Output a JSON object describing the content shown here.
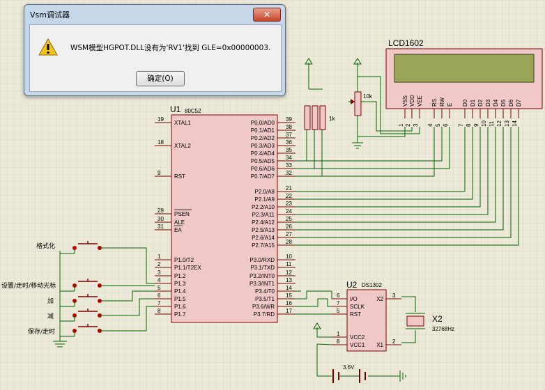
{
  "dialog": {
    "title": "Vsm调试器",
    "close_symbol": "✕",
    "message": "WSM模型HGPOT.DLL没有为'RV1'找到 GLE=0x00000003.",
    "ok_label": "确定(O)",
    "icon": "warning-icon"
  },
  "schematic": {
    "lcd": {
      "ref": "LCD1602",
      "pins": [
        "VSS",
        "VDD",
        "VEE",
        "RS",
        "RW",
        "E",
        "D0",
        "D1",
        "D2",
        "D3",
        "D4",
        "D5",
        "D6",
        "D7"
      ],
      "pin_numbers": [
        "1",
        "2",
        "3",
        "4",
        "5",
        "6",
        "7",
        "8",
        "9",
        "10",
        "11",
        "12",
        "13",
        "14"
      ]
    },
    "mcu": {
      "ref": "U1",
      "part": "80C52",
      "left_pins": [
        {
          "num": "19",
          "name": "XTAL1"
        },
        {
          "num": "18",
          "name": "XTAL2"
        },
        {
          "num": "9",
          "name": "RST"
        },
        {
          "num": "29",
          "name": "PSEN"
        },
        {
          "num": "30",
          "name": "ALE"
        },
        {
          "num": "31",
          "name": "EA"
        },
        {
          "num": "1",
          "name": "P1.0/T2"
        },
        {
          "num": "2",
          "name": "P1.1/T2EX"
        },
        {
          "num": "3",
          "name": "P1.2"
        },
        {
          "num": "4",
          "name": "P1.3"
        },
        {
          "num": "5",
          "name": "P1.4"
        },
        {
          "num": "6",
          "name": "P1.5"
        },
        {
          "num": "7",
          "name": "P1.6"
        },
        {
          "num": "8",
          "name": "P1.7"
        }
      ],
      "right_pins": [
        {
          "num": "39",
          "name": "P0.0/AD0"
        },
        {
          "num": "38",
          "name": "P0.1/AD1"
        },
        {
          "num": "37",
          "name": "P0.2/AD2"
        },
        {
          "num": "36",
          "name": "P0.3/AD3"
        },
        {
          "num": "35",
          "name": "P0.4/AD4"
        },
        {
          "num": "34",
          "name": "P0.5/AD5"
        },
        {
          "num": "33",
          "name": "P0.6/AD6"
        },
        {
          "num": "32",
          "name": "P0.7/AD7"
        },
        {
          "num": "21",
          "name": "P2.0/A8"
        },
        {
          "num": "22",
          "name": "P2.1/A9"
        },
        {
          "num": "23",
          "name": "P2.2/A10"
        },
        {
          "num": "24",
          "name": "P2.3/A11"
        },
        {
          "num": "25",
          "name": "P2.4/A12"
        },
        {
          "num": "26",
          "name": "P2.5/A13"
        },
        {
          "num": "27",
          "name": "P2.6/A14"
        },
        {
          "num": "28",
          "name": "P2.7/A15"
        },
        {
          "num": "10",
          "name": "P3.0/RXD"
        },
        {
          "num": "11",
          "name": "P3.1/TXD"
        },
        {
          "num": "12",
          "name": "P3.2/INT0"
        },
        {
          "num": "13",
          "name": "P3.3/INT1"
        },
        {
          "num": "14",
          "name": "P3.4/T0"
        },
        {
          "num": "15",
          "name": "P3.5/T1"
        },
        {
          "num": "16",
          "name": "P3.6/WR"
        },
        {
          "num": "17",
          "name": "P3.7/RD"
        }
      ]
    },
    "rtc": {
      "ref": "U2",
      "part": "DS1302",
      "left_pins": [
        {
          "num": "6",
          "name": "I/O"
        },
        {
          "num": "7",
          "name": "SCLK"
        },
        {
          "num": "5",
          "name": "RST"
        },
        {
          "num": "1",
          "name": "VCC2"
        },
        {
          "num": "8",
          "name": "VCC1"
        }
      ],
      "right_pins": [
        {
          "num": "3",
          "name": "X2"
        },
        {
          "num": "2",
          "name": "X1"
        }
      ]
    },
    "pot_label": "10k",
    "respack_label": "1k",
    "crystal": {
      "ref": "X2",
      "value": "32768Hz"
    },
    "battery_label": "3.6V",
    "buttons": [
      "格式化",
      "设置/走时/移动光标",
      "加",
      "减",
      "保存/走时"
    ]
  }
}
